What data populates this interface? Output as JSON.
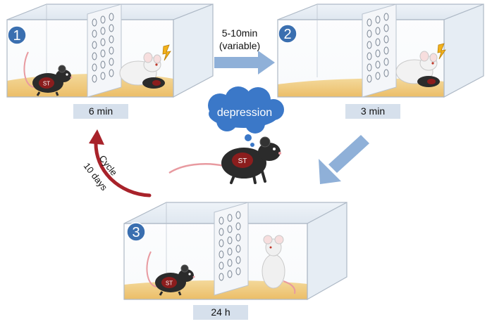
{
  "panels": [
    {
      "number": "1",
      "duration": "6 min"
    },
    {
      "number": "2",
      "duration": "3 min"
    },
    {
      "number": "3",
      "duration": "24 h"
    }
  ],
  "transition": {
    "line1": "5-10min",
    "line2": "(variable)"
  },
  "cycle": {
    "line1": "Cycle",
    "line2": "10 days"
  },
  "mouse_tag": "ST",
  "thought_bubble": "depression",
  "colors": {
    "badge_blue": "#3a6fb0",
    "arrow_blue": "#8fb0d8",
    "cycle_red": "#a8222a",
    "cloud_blue": "#3b78c8",
    "bedding": "#f2b43c",
    "st_red": "#8b1d1d"
  }
}
